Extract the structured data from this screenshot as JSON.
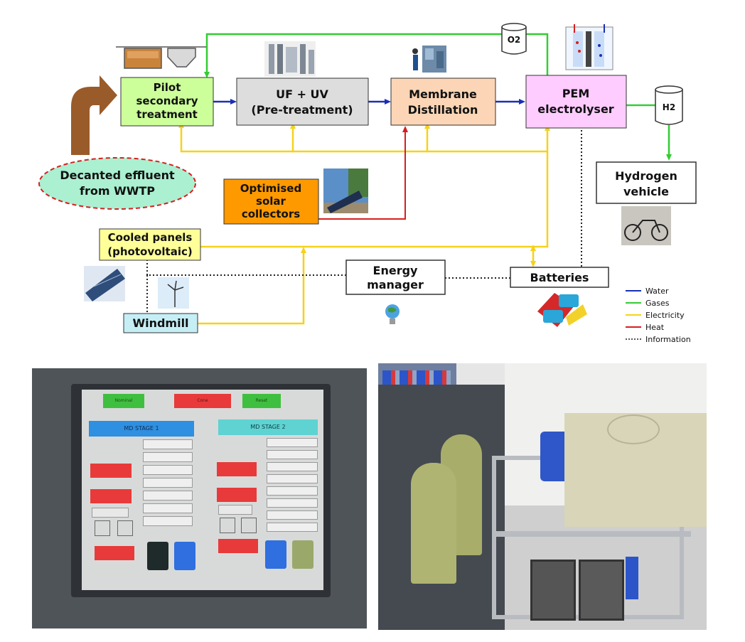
{
  "nodes": {
    "pilot": [
      "Pilot",
      "secondary",
      "treatment"
    ],
    "ufuv": [
      "UF + UV",
      "(Pre-treatment)"
    ],
    "md": [
      "Membrane",
      "Distillation"
    ],
    "pem": [
      "PEM",
      "electrolyser"
    ],
    "o2": "O2",
    "h2": "H2",
    "vehicle": [
      "Hydrogen",
      "vehicle"
    ],
    "effluent": [
      "Decanted effluent",
      "from WWTP"
    ],
    "solar": [
      "Optimised",
      "solar",
      "collectors"
    ],
    "panels": [
      "Cooled panels",
      "(photovoltaic)"
    ],
    "energy": [
      "Energy",
      "manager"
    ],
    "batteries": "Batteries",
    "windmill": "Windmill"
  },
  "legend": [
    {
      "label": "Water",
      "color": "#1a2fb5",
      "style": "solid"
    },
    {
      "label": "Gases",
      "color": "#33cc33",
      "style": "solid"
    },
    {
      "label": "Electricity",
      "color": "#f5d21a",
      "style": "solid"
    },
    {
      "label": "Heat",
      "color": "#d61f1f",
      "style": "solid"
    },
    {
      "label": "Information",
      "color": "#222222",
      "style": "dotted"
    }
  ],
  "colors": {
    "water": "#1a2fb5",
    "gas": "#33cc33",
    "electricity": "#f5d21a",
    "heat": "#d61f1f",
    "information": "#222222",
    "pilot_fill": "#ccff99",
    "ufuv_fill": "#dddddd",
    "md_fill": "#fbd5b5",
    "pem_fill": "#ffccff",
    "effluent_fill": "#aaf0d1",
    "solar_fill": "#ff9900",
    "panels_fill": "#ffff99",
    "windmill_fill": "#c6eef5",
    "effluent_arrow": "#9a5b2a"
  },
  "hmi_panel": {
    "top_buttons": [
      "Nominal",
      "Cone",
      "Reset"
    ],
    "stage1": "MD STAGE 1",
    "stage2": "MD STAGE 2"
  }
}
